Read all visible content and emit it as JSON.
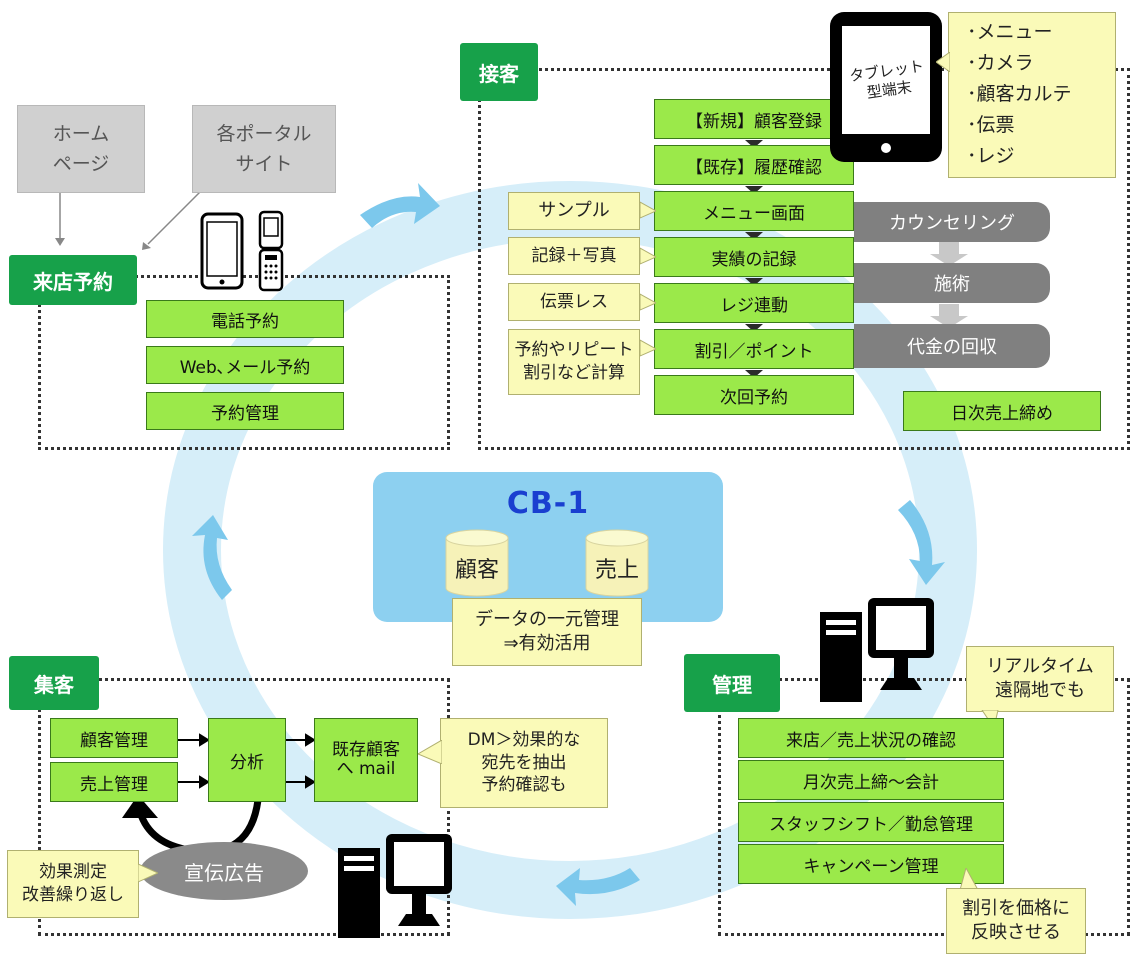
{
  "reservation": {
    "title": "来店予約",
    "homepage": "ホーム\nページ",
    "portal": "各ポータル\nサイト",
    "items": [
      "電話予約",
      "Web､メール予約",
      "予約管理"
    ]
  },
  "service": {
    "title": "接客",
    "flow": [
      "【新規】顧客登録",
      "【既存】履歴確認",
      "メニュー画面",
      "実績の記録",
      "レジ連動",
      "割引／ポイント",
      "次回予約"
    ],
    "notes": [
      "サンプル",
      "記録＋写真",
      "伝票レス",
      "予約やリピート\n割引など計算"
    ],
    "process": [
      "カウンセリング",
      "施術",
      "代金の回収"
    ],
    "daily": "日次売上締め"
  },
  "tablet": {
    "label": "タブレット\n型端末",
    "features": [
      "･メニュー",
      "･カメラ",
      "･顧客カルテ",
      "･伝票",
      "･レジ"
    ]
  },
  "center": {
    "title": "CB-1",
    "db_customer": "顧客",
    "db_sales": "売上",
    "note": "データの一元管理\n⇒有効活用"
  },
  "attract": {
    "title": "集客",
    "customer_mgmt": "顧客管理",
    "sales_mgmt": "売上管理",
    "analysis": "分析",
    "mail": "既存顧客\nへ mail",
    "dm_note": "DM＞効果的な\n宛先を抽出\n予約確認も",
    "ad": "宣伝広告",
    "measure": "効果測定\n改善繰り返し"
  },
  "management": {
    "title": "管理",
    "items": [
      "来店／売上状況の確認",
      "月次売上締～会計",
      "スタッフシフト／勤怠管理",
      "キャンペーン管理"
    ],
    "realtime": "リアルタイム\n遠隔地でも",
    "discount": "割引を価格に\n反映させる"
  },
  "colors": {
    "cycle": "#d6eef9",
    "cycle_arrow": "#7cc8ec",
    "green": "#9be94a",
    "dark_green": "#17a14a",
    "note": "#fafab8",
    "center_panel": "#8dd0f0"
  }
}
